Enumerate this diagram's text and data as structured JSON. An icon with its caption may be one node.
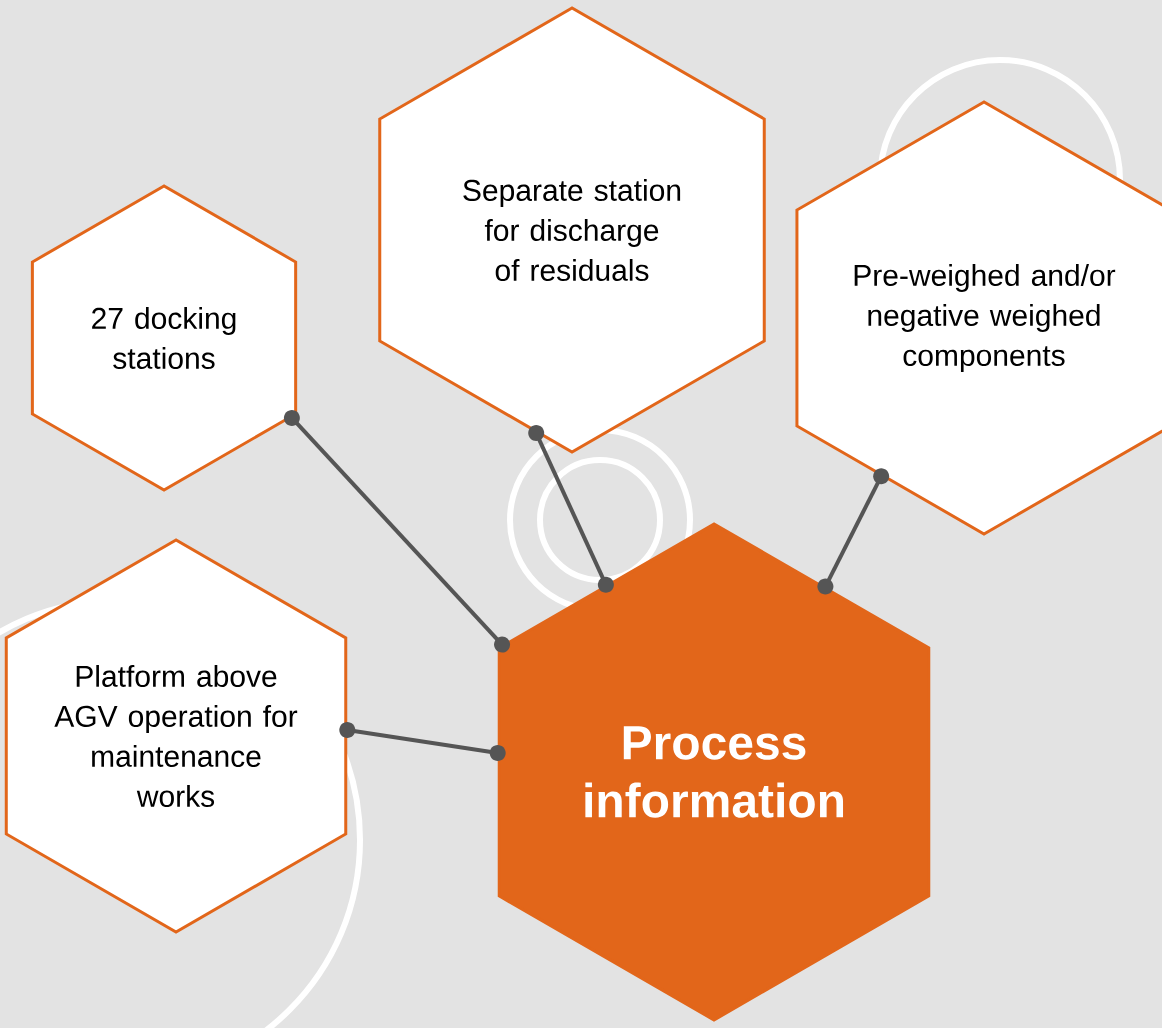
{
  "diagram": {
    "nodes": [
      {
        "text": [
          "Separate station for discharge of residuals"
        ]
      },
      {
        "text": [
          "27 docking stations"
        ]
      },
      {
        "text": [
          "Pre-weighed and/or negative weighed components"
        ]
      },
      {
        "text": [
          "Platform above AGV operation for maintenance works"
        ]
      },
      {
        "text": [
          "Process information"
        ]
      }
    ],
    "edges": [
      {
        "from": 4,
        "to": 1,
        "arrow": "other"
      },
      {
        "from": 4,
        "to": 0,
        "arrow": "other"
      },
      {
        "from": 4,
        "to": 2,
        "arrow": "other"
      },
      {
        "from": 4,
        "to": 3,
        "arrow": "other"
      }
    ]
  }
}
